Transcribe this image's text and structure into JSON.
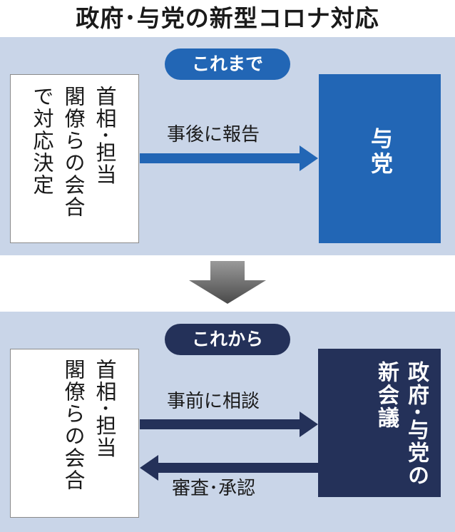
{
  "title": "政府･与党の新型コロナ対応",
  "before": {
    "pill": "これまで",
    "left_box_lines": [
      "首相･担当",
      "閣僚らの会合",
      "で対応決定"
    ],
    "arrow_label": "事後に報告",
    "right_box": "与党"
  },
  "after": {
    "pill": "これから",
    "left_box_lines": [
      "首相･担当",
      "閣僚らの会合"
    ],
    "arrow_right_label": "事前に相談",
    "arrow_left_label": "審査･承認",
    "right_box_lines": [
      "政府･与党の",
      "新会議"
    ]
  },
  "colors": {
    "panel": "#c9d5e8",
    "blue": "#2266b5",
    "navy": "#243159",
    "transition_arrow": "#6b6b6b"
  }
}
